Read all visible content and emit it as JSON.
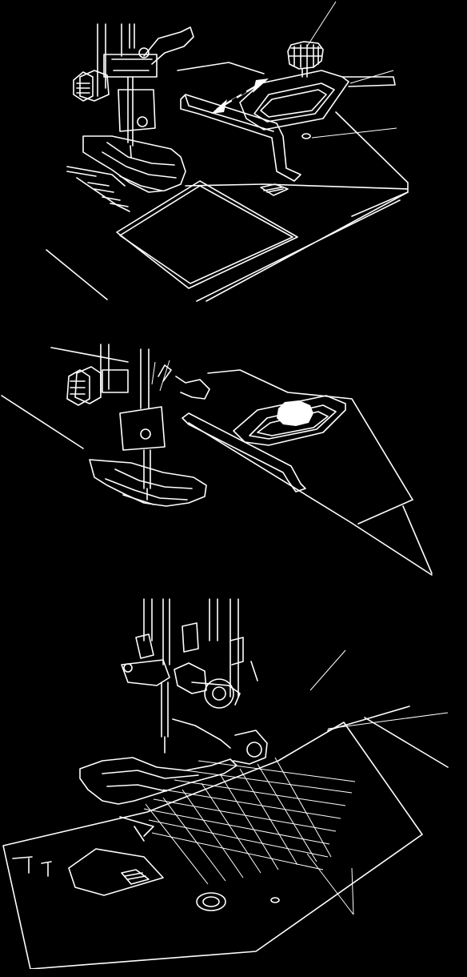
{
  "figures": [
    {
      "id": "figure-1",
      "parts": [
        "presser-foot",
        "needle",
        "needle-plate",
        "seam-guide",
        "thumb-screw",
        "screw-hole"
      ],
      "callout_count": 3,
      "arrow": "double-headed"
    },
    {
      "id": "figure-2",
      "parts": [
        "presser-foot",
        "needle",
        "seam-guide-attached",
        "thumb-screw"
      ],
      "callout_count": 2
    },
    {
      "id": "figure-3",
      "parts": [
        "presser-foot",
        "needle",
        "needle-plate",
        "guide-lines-grid"
      ],
      "callout_count": 3
    }
  ],
  "colors": {
    "background": "#000000",
    "line": "#ffffff"
  },
  "icons": [
    "double-arrow-icon",
    "thumb-screw-icon",
    "screw-hole-icon"
  ]
}
